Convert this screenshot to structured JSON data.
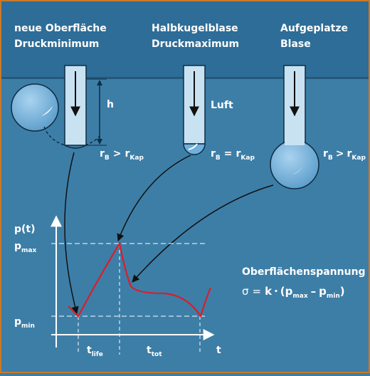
{
  "headings": [
    {
      "line1": "neue Oberfläche",
      "line2": "Druckminimum"
    },
    {
      "line1": "Halbkugelblase",
      "line2": "Druckmaximum"
    },
    {
      "line1": "Aufgeplatze",
      "line2": "Blase"
    }
  ],
  "labels": {
    "h": "h",
    "luft": "Luft",
    "rb": "r",
    "rb_sub": "B",
    "rkap": "r",
    "rkap_sub": "Kap",
    "gt": ">",
    "eq": "="
  },
  "graph": {
    "y_axis": "p(t)",
    "x_axis": "t",
    "pmax": "p",
    "pmax_sub": "max",
    "pmin": "p",
    "pmin_sub": "min",
    "tlife": "t",
    "tlife_sub": "life",
    "ttot": "t",
    "ttot_sub": "tot"
  },
  "formula": {
    "title": "Oberflächenspannung",
    "sigma": "σ",
    "eq": "=",
    "k": "k",
    "dot": "·",
    "open": "(p",
    "max_sub": "max",
    "minus": "–",
    "p2": "p",
    "min_sub": "min",
    "close": ")"
  },
  "colors": {
    "background": "#3d7ea7",
    "top_band": "#2c6b95",
    "liquid": "#3d7ea7",
    "capillary": "#c9e2f2",
    "bubble": "#6fb0dc",
    "curve": "#d81e2c"
  }
}
